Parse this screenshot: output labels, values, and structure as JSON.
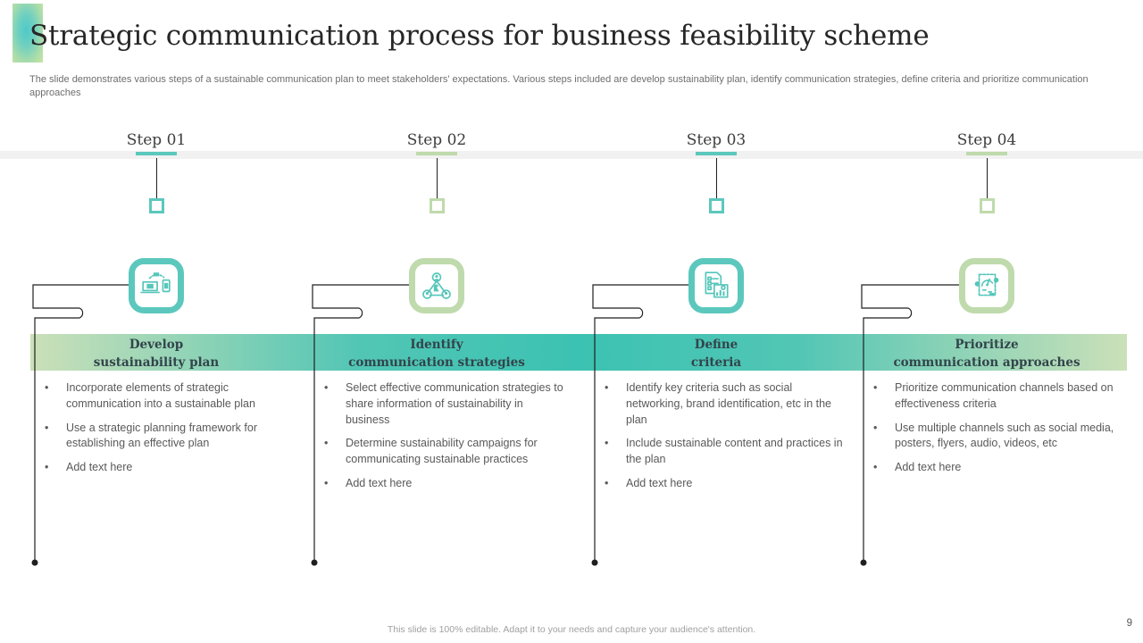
{
  "slide": {
    "title": "Strategic communication process for business feasibility scheme",
    "subtitle": "The slide demonstrates various steps of a sustainable communication plan to meet stakeholders' expectations. Various steps included are develop sustainability plan, identify communication strategies, define criteria and prioritize communication approaches",
    "footer_note": "This slide is 100% editable. Adapt it to your needs and capture your audience's attention.",
    "page_number": "9"
  },
  "colors": {
    "teal": "#5CC8BD",
    "green": "#BFDAAC",
    "band_gradient_edge": "#CBE0B8",
    "band_gradient_center": "#3CC2B2",
    "title_text": "#262626",
    "heading_text": "#32444B",
    "body_text": "#595959",
    "footer_text": "#A0A0A0"
  },
  "steps": [
    {
      "label": "Step 01",
      "accent": "teal",
      "icon": "laptop-mobile-message-icon",
      "heading_line1": "Develop",
      "heading_line2": "sustainability plan",
      "bullets": [
        "Incorporate elements of strategic communication into a sustainable plan",
        "Use a strategic planning framework for establishing an effective plan",
        "Add text here"
      ]
    },
    {
      "label": "Step 02",
      "accent": "green",
      "icon": "people-strategy-network-icon",
      "heading_line1": "Identify",
      "heading_line2": "communication strategies",
      "bullets": [
        "Select effective communication strategies to share information of sustainability in business",
        "Determine sustainability campaigns for communicating sustainable practices",
        "Add text here"
      ]
    },
    {
      "label": "Step 03",
      "accent": "teal",
      "icon": "document-checklist-chart-icon",
      "heading_line1": "Define",
      "heading_line2": "criteria",
      "bullets": [
        "Identify key criteria such as social networking, brand identification, etc in the plan",
        "Include sustainable content and practices in the plan",
        "Add text here"
      ]
    },
    {
      "label": "Step 04",
      "accent": "green",
      "icon": "document-gauge-icon",
      "heading_line1": "Prioritize",
      "heading_line2": "communication approaches",
      "bullets": [
        "Prioritize communication channels based on effectiveness criteria",
        "Use multiple channels such as social media, posters, flyers, audio, videos, etc",
        "Add text here"
      ]
    }
  ]
}
